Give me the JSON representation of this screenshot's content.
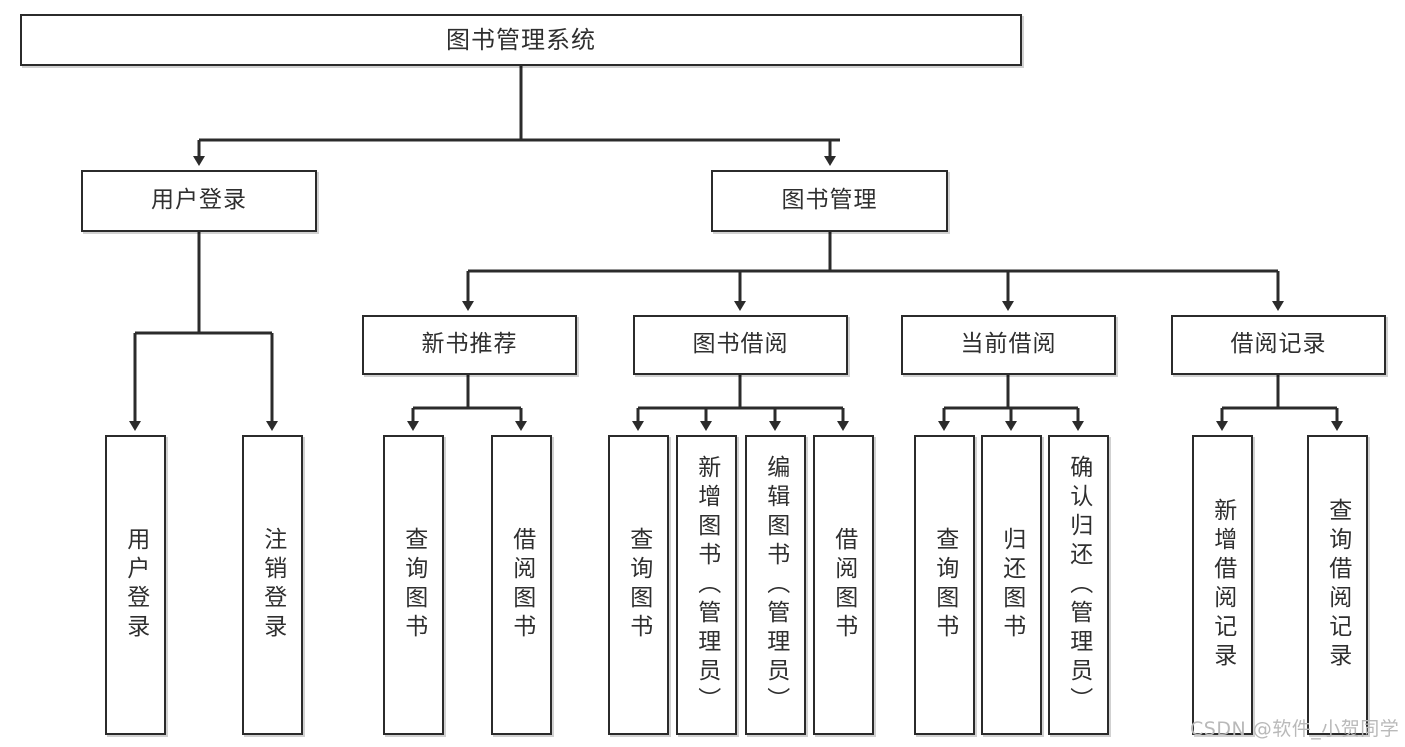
{
  "diagram": {
    "title": "图书管理系统",
    "type": "tree-hierarchy-chart",
    "root": {
      "label": "图书管理系统"
    },
    "level2": [
      {
        "label": "用户登录"
      },
      {
        "label": "图书管理"
      }
    ],
    "level3": [
      {
        "label": "新书推荐"
      },
      {
        "label": "图书借阅"
      },
      {
        "label": "当前借阅"
      },
      {
        "label": "借阅记录"
      }
    ],
    "leaves": [
      {
        "label": "用户登录",
        "parent": "用户登录"
      },
      {
        "label": "注销登录",
        "parent": "用户登录"
      },
      {
        "label": "查询图书",
        "parent": "新书推荐"
      },
      {
        "label": "借阅图书",
        "parent": "新书推荐"
      },
      {
        "label": "查询图书",
        "parent": "图书借阅"
      },
      {
        "label": "新增图书（管理员）",
        "parent": "图书借阅"
      },
      {
        "label": "编辑图书（管理员）",
        "parent": "图书借阅"
      },
      {
        "label": "借阅图书",
        "parent": "图书借阅"
      },
      {
        "label": "查询图书",
        "parent": "当前借阅"
      },
      {
        "label": "归还图书",
        "parent": "当前借阅"
      },
      {
        "label": "确认归还（管理员）",
        "parent": "当前借阅"
      },
      {
        "label": "新增借阅记录",
        "parent": "借阅记录"
      },
      {
        "label": "查询借阅记录",
        "parent": "借阅记录"
      }
    ],
    "watermark": "CSDN @软件_小贺同学",
    "colors": {
      "stroke": "#2b2b2b",
      "text": "#2f2f2f",
      "background": "#ffffff",
      "watermark": "#b9b9b9"
    }
  }
}
